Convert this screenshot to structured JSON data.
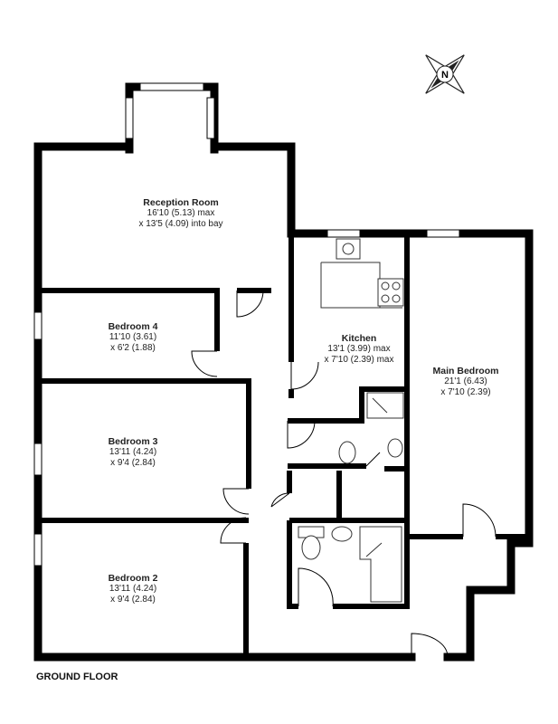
{
  "compass": {
    "letter": "N"
  },
  "rooms": [
    {
      "name": "Reception Room",
      "dim1": "16'10 (5.13) max",
      "dim2": "x 13'5 (4.09) into bay"
    },
    {
      "name": "Kitchen",
      "dim1": "13'1 (3.99) max",
      "dim2": "x 7'10 (2.39) max"
    },
    {
      "name": "Bedroom 4",
      "dim1": "11'10 (3.61)",
      "dim2": "x 6'2 (1.88)"
    },
    {
      "name": "Main Bedroom",
      "dim1": "21'1 (6.43)",
      "dim2": "x 7'10 (2.39)"
    },
    {
      "name": "Bedroom 3",
      "dim1": "13'11 (4.24)",
      "dim2": "x 9'4 (2.84)"
    },
    {
      "name": "Bedroom 2",
      "dim1": "13'11 (4.24)",
      "dim2": "x 9'4 (2.84)"
    }
  ],
  "floor_label": "GROUND FLOOR"
}
